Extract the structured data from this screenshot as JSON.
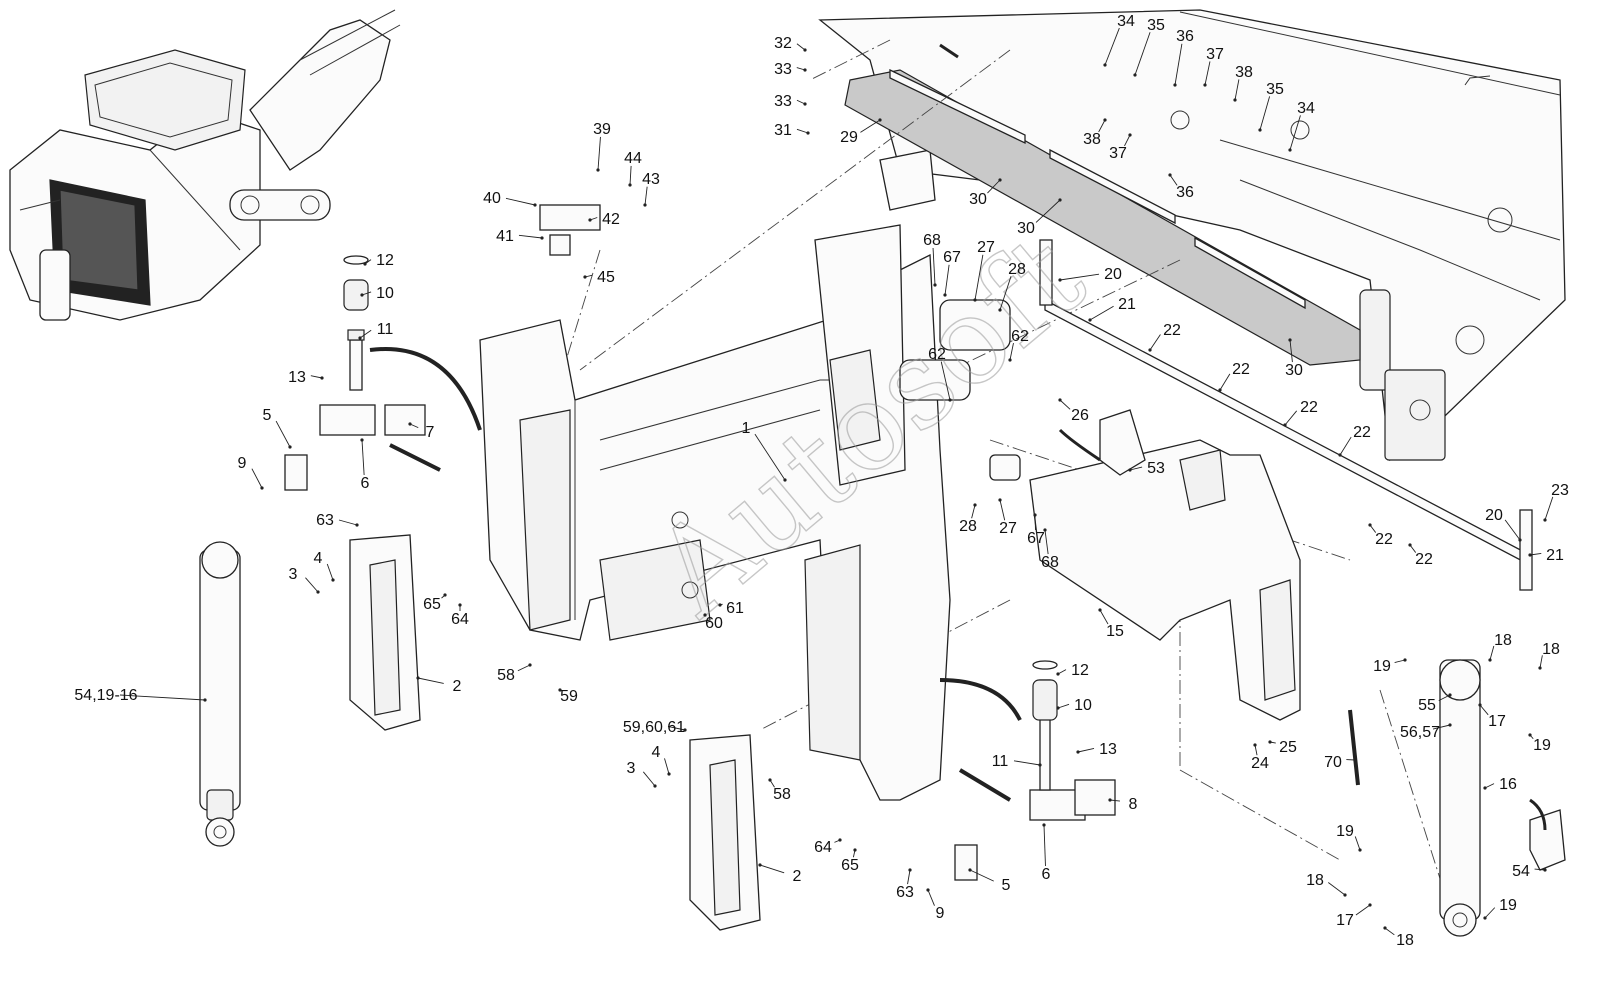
{
  "diagram": {
    "watermark": "Autosoft",
    "callouts": [
      {
        "id": "c1",
        "text": "1"
      },
      {
        "id": "c2a",
        "text": "2"
      },
      {
        "id": "c2b",
        "text": "2"
      },
      {
        "id": "c3a",
        "text": "3"
      },
      {
        "id": "c3b",
        "text": "3"
      },
      {
        "id": "c4a",
        "text": "4"
      },
      {
        "id": "c4b",
        "text": "4"
      },
      {
        "id": "c5a",
        "text": "5"
      },
      {
        "id": "c5b",
        "text": "5"
      },
      {
        "id": "c6a",
        "text": "6"
      },
      {
        "id": "c6b",
        "text": "6"
      },
      {
        "id": "c7",
        "text": "7"
      },
      {
        "id": "c8",
        "text": "8"
      },
      {
        "id": "c9a",
        "text": "9"
      },
      {
        "id": "c9b",
        "text": "9"
      },
      {
        "id": "c10a",
        "text": "10"
      },
      {
        "id": "c10b",
        "text": "10"
      },
      {
        "id": "c11a",
        "text": "11"
      },
      {
        "id": "c11b",
        "text": "11"
      },
      {
        "id": "c12a",
        "text": "12"
      },
      {
        "id": "c12b",
        "text": "12"
      },
      {
        "id": "c13a",
        "text": "13"
      },
      {
        "id": "c13b",
        "text": "13"
      },
      {
        "id": "c15",
        "text": "15"
      },
      {
        "id": "c16",
        "text": "16"
      },
      {
        "id": "c17a",
        "text": "17"
      },
      {
        "id": "c17b",
        "text": "17"
      },
      {
        "id": "c18a",
        "text": "18"
      },
      {
        "id": "c18b",
        "text": "18"
      },
      {
        "id": "c18c",
        "text": "18"
      },
      {
        "id": "c18d",
        "text": "18"
      },
      {
        "id": "c19a",
        "text": "19"
      },
      {
        "id": "c19b",
        "text": "19"
      },
      {
        "id": "c19c",
        "text": "19"
      },
      {
        "id": "c19d",
        "text": "19"
      },
      {
        "id": "c20a",
        "text": "20"
      },
      {
        "id": "c20b",
        "text": "20"
      },
      {
        "id": "c21a",
        "text": "21"
      },
      {
        "id": "c21b",
        "text": "21"
      },
      {
        "id": "c22a",
        "text": "22"
      },
      {
        "id": "c22b",
        "text": "22"
      },
      {
        "id": "c22c",
        "text": "22"
      },
      {
        "id": "c22d",
        "text": "22"
      },
      {
        "id": "c22e",
        "text": "22"
      },
      {
        "id": "c22f",
        "text": "22"
      },
      {
        "id": "c23",
        "text": "23"
      },
      {
        "id": "c24",
        "text": "24"
      },
      {
        "id": "c25",
        "text": "25"
      },
      {
        "id": "c26",
        "text": "26"
      },
      {
        "id": "c27a",
        "text": "27"
      },
      {
        "id": "c27b",
        "text": "27"
      },
      {
        "id": "c28a",
        "text": "28"
      },
      {
        "id": "c28b",
        "text": "28"
      },
      {
        "id": "c29",
        "text": "29"
      },
      {
        "id": "c30a",
        "text": "30"
      },
      {
        "id": "c30b",
        "text": "30"
      },
      {
        "id": "c30c",
        "text": "30"
      },
      {
        "id": "c31",
        "text": "31"
      },
      {
        "id": "c32",
        "text": "32"
      },
      {
        "id": "c33a",
        "text": "33"
      },
      {
        "id": "c33b",
        "text": "33"
      },
      {
        "id": "c34a",
        "text": "34"
      },
      {
        "id": "c34b",
        "text": "34"
      },
      {
        "id": "c35a",
        "text": "35"
      },
      {
        "id": "c35b",
        "text": "35"
      },
      {
        "id": "c36a",
        "text": "36"
      },
      {
        "id": "c36b",
        "text": "36"
      },
      {
        "id": "c37a",
        "text": "37"
      },
      {
        "id": "c37b",
        "text": "37"
      },
      {
        "id": "c38a",
        "text": "38"
      },
      {
        "id": "c38b",
        "text": "38"
      },
      {
        "id": "c39",
        "text": "39"
      },
      {
        "id": "c40",
        "text": "40"
      },
      {
        "id": "c41",
        "text": "41"
      },
      {
        "id": "c42",
        "text": "42"
      },
      {
        "id": "c43",
        "text": "43"
      },
      {
        "id": "c44",
        "text": "44"
      },
      {
        "id": "c45",
        "text": "45"
      },
      {
        "id": "c53",
        "text": "53"
      },
      {
        "id": "c54",
        "text": "54"
      },
      {
        "id": "c5416",
        "text": "54,19-16"
      },
      {
        "id": "c55",
        "text": "55"
      },
      {
        "id": "c5657",
        "text": "56,57"
      },
      {
        "id": "c58a",
        "text": "58"
      },
      {
        "id": "c58b",
        "text": "58"
      },
      {
        "id": "c59",
        "text": "59"
      },
      {
        "id": "c596061",
        "text": "59,60,61"
      },
      {
        "id": "c60",
        "text": "60"
      },
      {
        "id": "c61",
        "text": "61"
      },
      {
        "id": "c62a",
        "text": "62"
      },
      {
        "id": "c62b",
        "text": "62"
      },
      {
        "id": "c63a",
        "text": "63"
      },
      {
        "id": "c63b",
        "text": "63"
      },
      {
        "id": "c64a",
        "text": "64"
      },
      {
        "id": "c64b",
        "text": "64"
      },
      {
        "id": "c65a",
        "text": "65"
      },
      {
        "id": "c65b",
        "text": "65"
      },
      {
        "id": "c67a",
        "text": "67"
      },
      {
        "id": "c67b",
        "text": "67"
      },
      {
        "id": "c68a",
        "text": "68"
      },
      {
        "id": "c68b",
        "text": "68"
      },
      {
        "id": "c70",
        "text": "70"
      }
    ]
  }
}
